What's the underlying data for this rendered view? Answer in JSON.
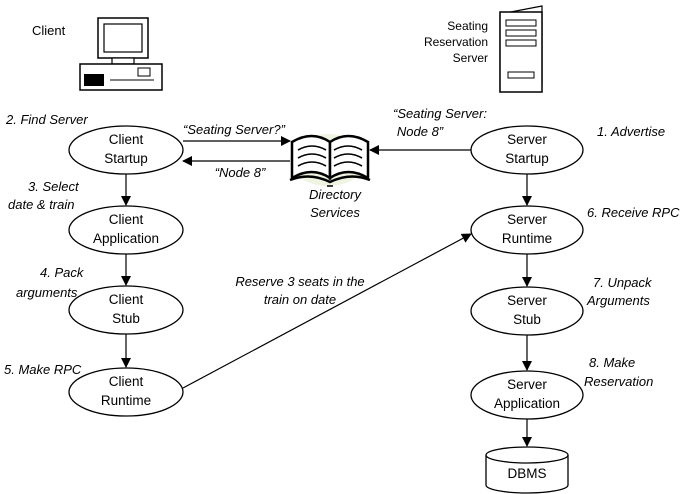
{
  "client": {
    "title": "Client"
  },
  "server": {
    "title_lines": [
      "Seating",
      "Reservation",
      "Server"
    ]
  },
  "directory": {
    "label_lines": [
      "Directory",
      "Services"
    ]
  },
  "client_nodes": [
    {
      "lines": [
        "Client",
        "Startup"
      ]
    },
    {
      "lines": [
        "Client",
        "Application"
      ]
    },
    {
      "lines": [
        "Client",
        "Stub"
      ]
    },
    {
      "lines": [
        "Client",
        "Runtime"
      ]
    }
  ],
  "server_nodes": [
    {
      "lines": [
        "Server",
        "Startup"
      ]
    },
    {
      "lines": [
        "Server",
        "Runtime"
      ]
    },
    {
      "lines": [
        "Server",
        "Stub"
      ]
    },
    {
      "lines": [
        "Server",
        "Application"
      ]
    }
  ],
  "dbms": {
    "label": "DBMS"
  },
  "client_steps": [
    {
      "lines": [
        "2. Find Server"
      ]
    },
    {
      "lines": [
        "3. Select",
        "date & train"
      ]
    },
    {
      "lines": [
        "4. Pack",
        "arguments"
      ]
    },
    {
      "lines": [
        "5. Make RPC"
      ]
    }
  ],
  "server_steps": [
    {
      "lines": [
        "1. Advertise"
      ]
    },
    {
      "lines": [
        "6. Receive RPC"
      ]
    },
    {
      "lines": [
        "7. Unpack",
        "Arguments"
      ]
    },
    {
      "lines": [
        "8. Make",
        "Reservation"
      ]
    }
  ],
  "messages": {
    "query": "“Seating Server?”",
    "reply": "“Node 8”",
    "advert_lines": [
      "“Seating Server:",
      "Node 8”"
    ],
    "rpc_lines": [
      "Reserve 3 seats in the",
      "train on date"
    ]
  }
}
